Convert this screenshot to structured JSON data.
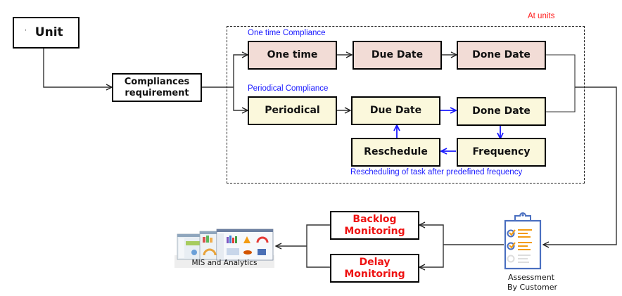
{
  "diagram": {
    "unit": {
      "label": "Unit",
      "marker": "'"
    },
    "compliances_requirement": {
      "line1": "Compliances",
      "line2": "requirement"
    },
    "container_label": "At units",
    "one_time": {
      "section_label": "One time Compliance",
      "steps": [
        "One time",
        "Due Date",
        "Done Date"
      ]
    },
    "periodical": {
      "section_label": "Periodical Compliance",
      "steps": [
        "Periodical",
        "Due Date",
        "Done Date"
      ],
      "loop": [
        "Frequency",
        "Reschedule"
      ],
      "loop_note": "Rescheduling of task after predefined frequency"
    },
    "assessment": {
      "line1": "Assessment",
      "line2": "By Customer"
    },
    "monitoring": [
      {
        "line1": "Backlog",
        "line2": "Monitoring"
      },
      {
        "line1": "Delay",
        "line2": "Monitoring"
      }
    ],
    "mis": {
      "label": "MIS and Analytics"
    },
    "colors": {
      "one_time_fill": "#f2dcd6",
      "periodical_fill": "#fbf8dc",
      "loop_arrow": "#1a1aff",
      "annotation_blue": "#1a1aff",
      "annotation_red": "#ff1a1a",
      "monitoring_text": "#ee1111"
    }
  }
}
